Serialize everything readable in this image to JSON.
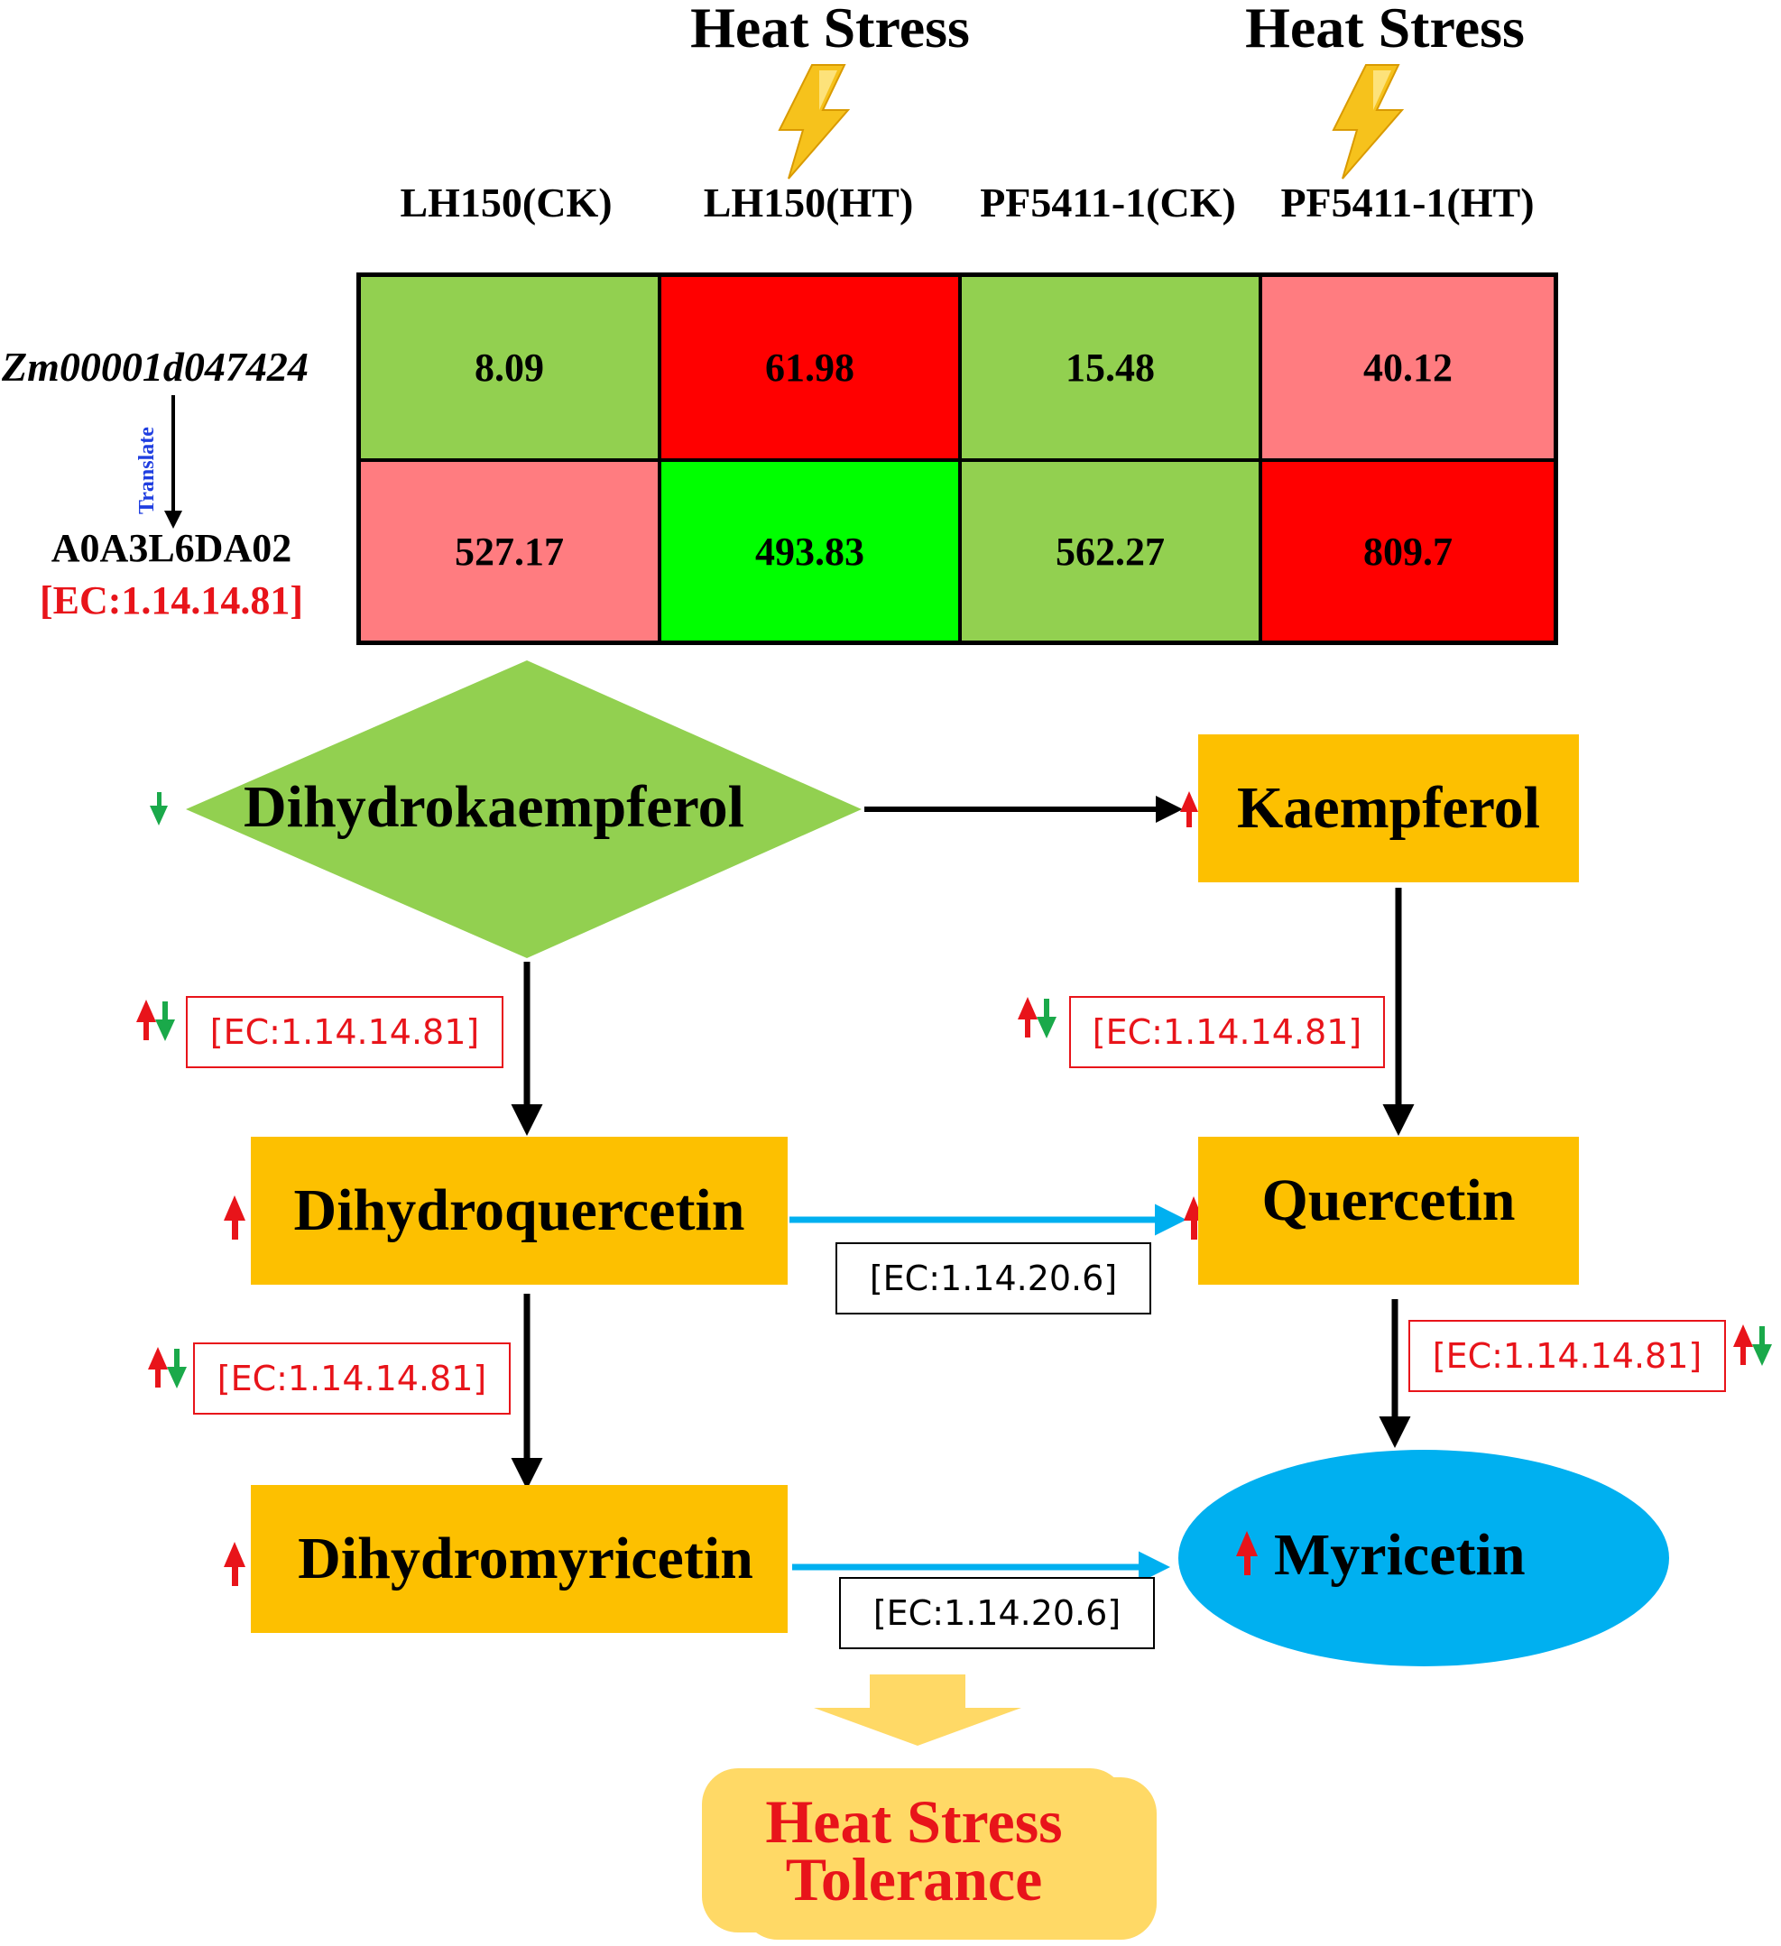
{
  "stress_labels": [
    "Heat Stress",
    "Heat Stress"
  ],
  "icons": {
    "lightning": "lightning-bolt-icon",
    "up": "up-arrow-icon",
    "down": "down-arrow-icon"
  },
  "colors": {
    "box": "#fdc000",
    "diamond": "#92d050",
    "ellipse": "#00b0f0",
    "up_arrow": "#e8141a",
    "down_arrow": "#1aa94a",
    "blue_arrow": "#00b0f0",
    "tolerance_bg": "#ffdf66",
    "high": "#ff0000",
    "mid_high": "#ff7c80",
    "mid_low": "#92d050",
    "low": "#00ff00"
  },
  "heatmap": {
    "columns": [
      "LH150(CK)",
      "LH150(HT)",
      "PF5411-1(CK)",
      "PF5411-1(HT)"
    ],
    "rows": [
      {
        "gene": "Zm00001d047424",
        "values": [
          "8.09",
          "61.98",
          "15.48",
          "40.12"
        ],
        "colors": [
          "#92d050",
          "#ff0000",
          "#92d050",
          "#ff7c80"
        ]
      },
      {
        "protein": "A0A3L6DA02",
        "ec": "[EC:1.14.14.81]",
        "values": [
          "527.17",
          "493.83",
          "562.27",
          "809.7"
        ],
        "colors": [
          "#ff7c80",
          "#00ff00",
          "#92d050",
          "#ff0000"
        ]
      }
    ],
    "translate_label": "Translate"
  },
  "pathway": {
    "dihydrokaempferol": "Dihydrokaempferol",
    "kaempferol": "Kaempferol",
    "dihydroquercetin": "Dihydroquercetin",
    "quercetin": "Quercetin",
    "dihydromyricetin": "Dihydromyricetin",
    "myricetin": "Myricetin",
    "ec_f3h": "[EC:1.14.14.81]",
    "ec_fls": "[EC:1.14.20.6]"
  },
  "outcome": {
    "line1": "Heat Stress",
    "line2": "Tolerance"
  }
}
